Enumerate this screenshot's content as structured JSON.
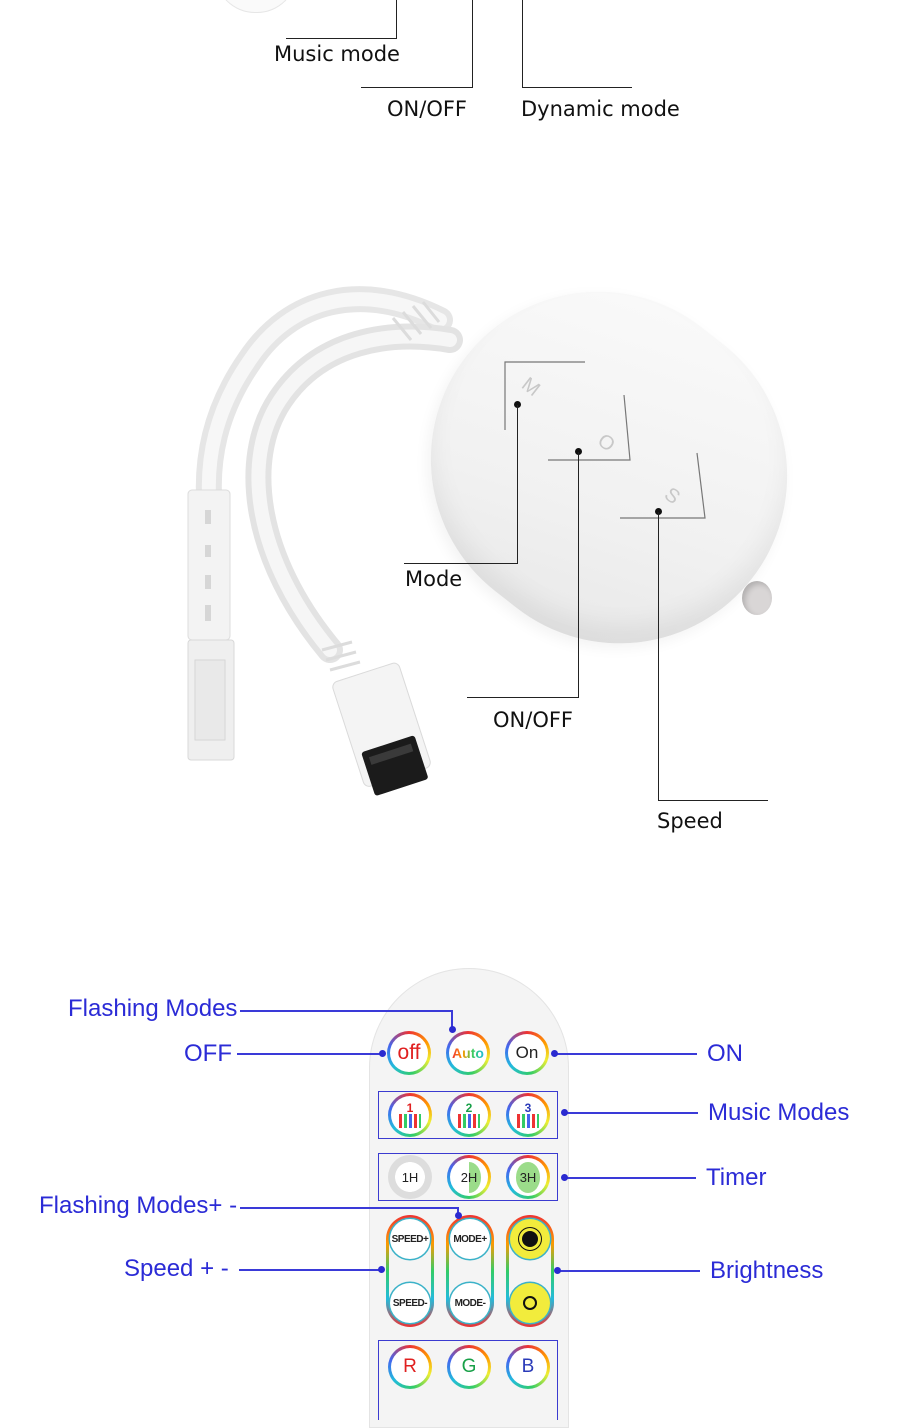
{
  "top_labels": {
    "music_mode": "Music mode",
    "on_off": "ON/OFF",
    "dynamic_mode": "Dynamic mode"
  },
  "controller_labels": {
    "mode": "Mode",
    "on_off": "ON/OFF",
    "speed": "Speed"
  },
  "controller_buttons": [
    "M",
    "O",
    "S"
  ],
  "remote_labels": {
    "flashing_modes": "Flashing Modes",
    "off": "OFF",
    "on": "ON",
    "music_modes": "Music Modes",
    "timer": "Timer",
    "flashing_modes_pm": "Flashing Modes+ -",
    "speed_pm": "Speed + -",
    "brightness": "Brightness"
  },
  "remote_buttons": {
    "off": "off",
    "auto": "Auto",
    "on": "On",
    "music": [
      "1",
      "2",
      "3"
    ],
    "timer": [
      "1H",
      "2H",
      "3H"
    ],
    "speed_plus": "SPEED+",
    "speed_minus": "SPEED-",
    "mode_plus": "MODE+",
    "mode_minus": "MODE-",
    "r": "R",
    "g": "G",
    "b": "B"
  },
  "colors": {
    "label_blue": "#2b2bd6",
    "off_red": "#e02020",
    "r": "#e02020",
    "g": "#18a048",
    "b": "#2a3ab8"
  }
}
